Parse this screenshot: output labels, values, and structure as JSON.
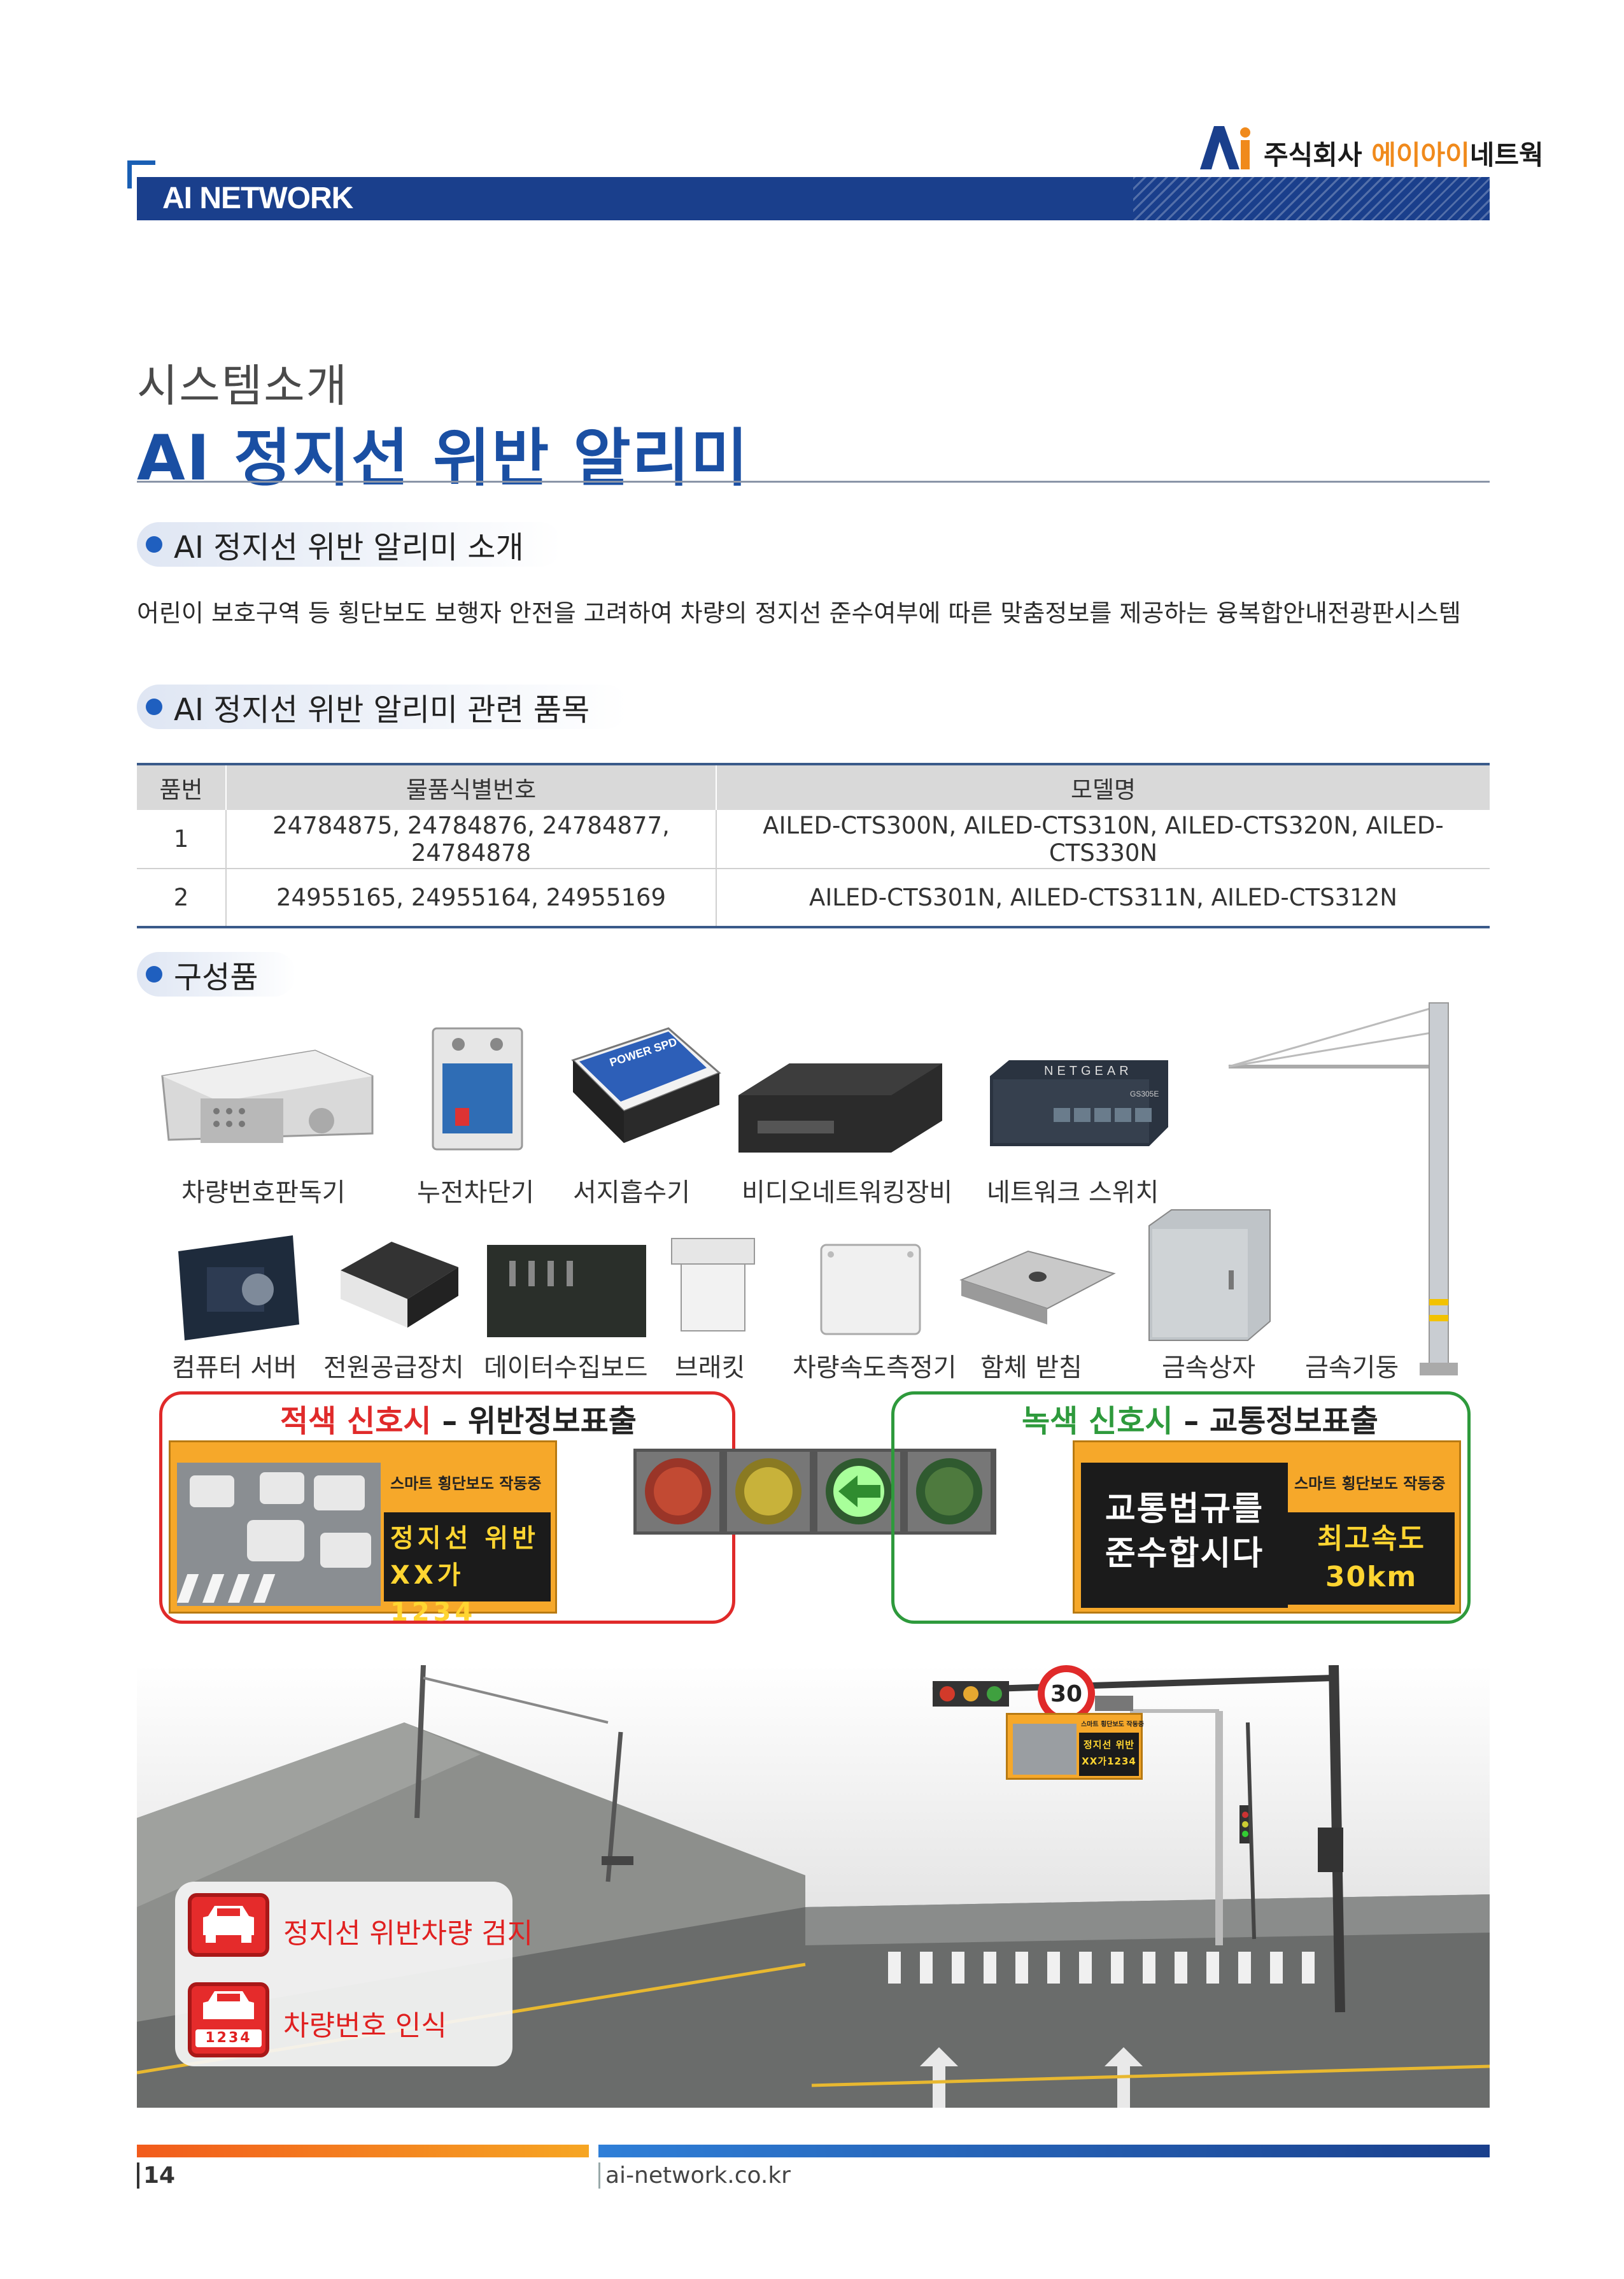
{
  "header": {
    "company_prefix": "주식회사",
    "company_accent": "에이아이",
    "company_suffix": "네트웍",
    "banner_text": "AI NETWORK"
  },
  "title": {
    "sub": "시스템소개",
    "main": "AI 정지선 위반 알리미"
  },
  "intro": {
    "heading": "AI 정지선 위반 알리미 소개",
    "text": "어린이 보호구역 등 횡단보도 보행자 안전을 고려하여 차량의 정지선 준수여부에 따른 맞춤정보를 제공하는 융복합안내전광판시스템"
  },
  "products": {
    "heading": "AI 정지선 위반 알리미 관련 품목",
    "columns": [
      "품번",
      "물품식별번호",
      "모델명"
    ],
    "rows": [
      {
        "no": "1",
        "ids": "24784875, 24784876, 24784877, 24784878",
        "models": "AILED-CTS300N, AILED-CTS310N, AILED-CTS320N, AILED-CTS330N"
      },
      {
        "no": "2",
        "ids": "24955165, 24955164, 24955169",
        "models": "AILED-CTS301N, AILED-CTS311N, AILED-CTS312N"
      }
    ]
  },
  "components": {
    "heading": "구성품",
    "row1": [
      "차량번호판독기",
      "누전차단기",
      "서지흡수기",
      "비디오네트워킹장비",
      "네트워크 스위치"
    ],
    "row2": [
      "컴퓨터 서버",
      "전원공급장치",
      "데이터수집보드",
      "브래킷",
      "차량속도측정기",
      "함체 받침",
      "금속상자",
      "금속기둥"
    ],
    "device_text": {
      "power_spd": "POWER SPD",
      "netgear": "NETGEAR",
      "netgear_model": "GS305E"
    }
  },
  "signals": {
    "red": {
      "title_colored": "적색 신호시",
      "title_rest": " – 위반정보표출",
      "vms_header": "스마트 횡단보도 작동중",
      "line1": "정지선 위반",
      "line2": "XX가1234"
    },
    "green": {
      "title_colored": "녹색 신호시",
      "title_rest": " – 교통정보표출",
      "vms_header": "스마트 횡단보도 작동중",
      "left_line1": "교통법규를",
      "left_line2": "준수합시다",
      "right_line1": "최고속도",
      "right_line2": "30km"
    }
  },
  "scene": {
    "speed_sign": "30",
    "mini_vms_header": "스마트 횡단보도 작동중",
    "mini_line1": "정지선 위반",
    "mini_line2": "XX가1234",
    "legend": [
      {
        "label": "정지선 위반차량 검지"
      },
      {
        "label": "차량번호 인식",
        "plate": "1234"
      }
    ]
  },
  "footer": {
    "page": "14",
    "url": "ai-network.co.kr"
  },
  "colors": {
    "brand_blue": "#1a3f8c",
    "title_blue": "#1a4fa3",
    "accent_orange": "#f08a1c",
    "red_signal": "#e02a2a",
    "green_signal": "#2e9a3c",
    "vms_orange": "#f6a82a",
    "led_yellow": "#ffd531"
  }
}
